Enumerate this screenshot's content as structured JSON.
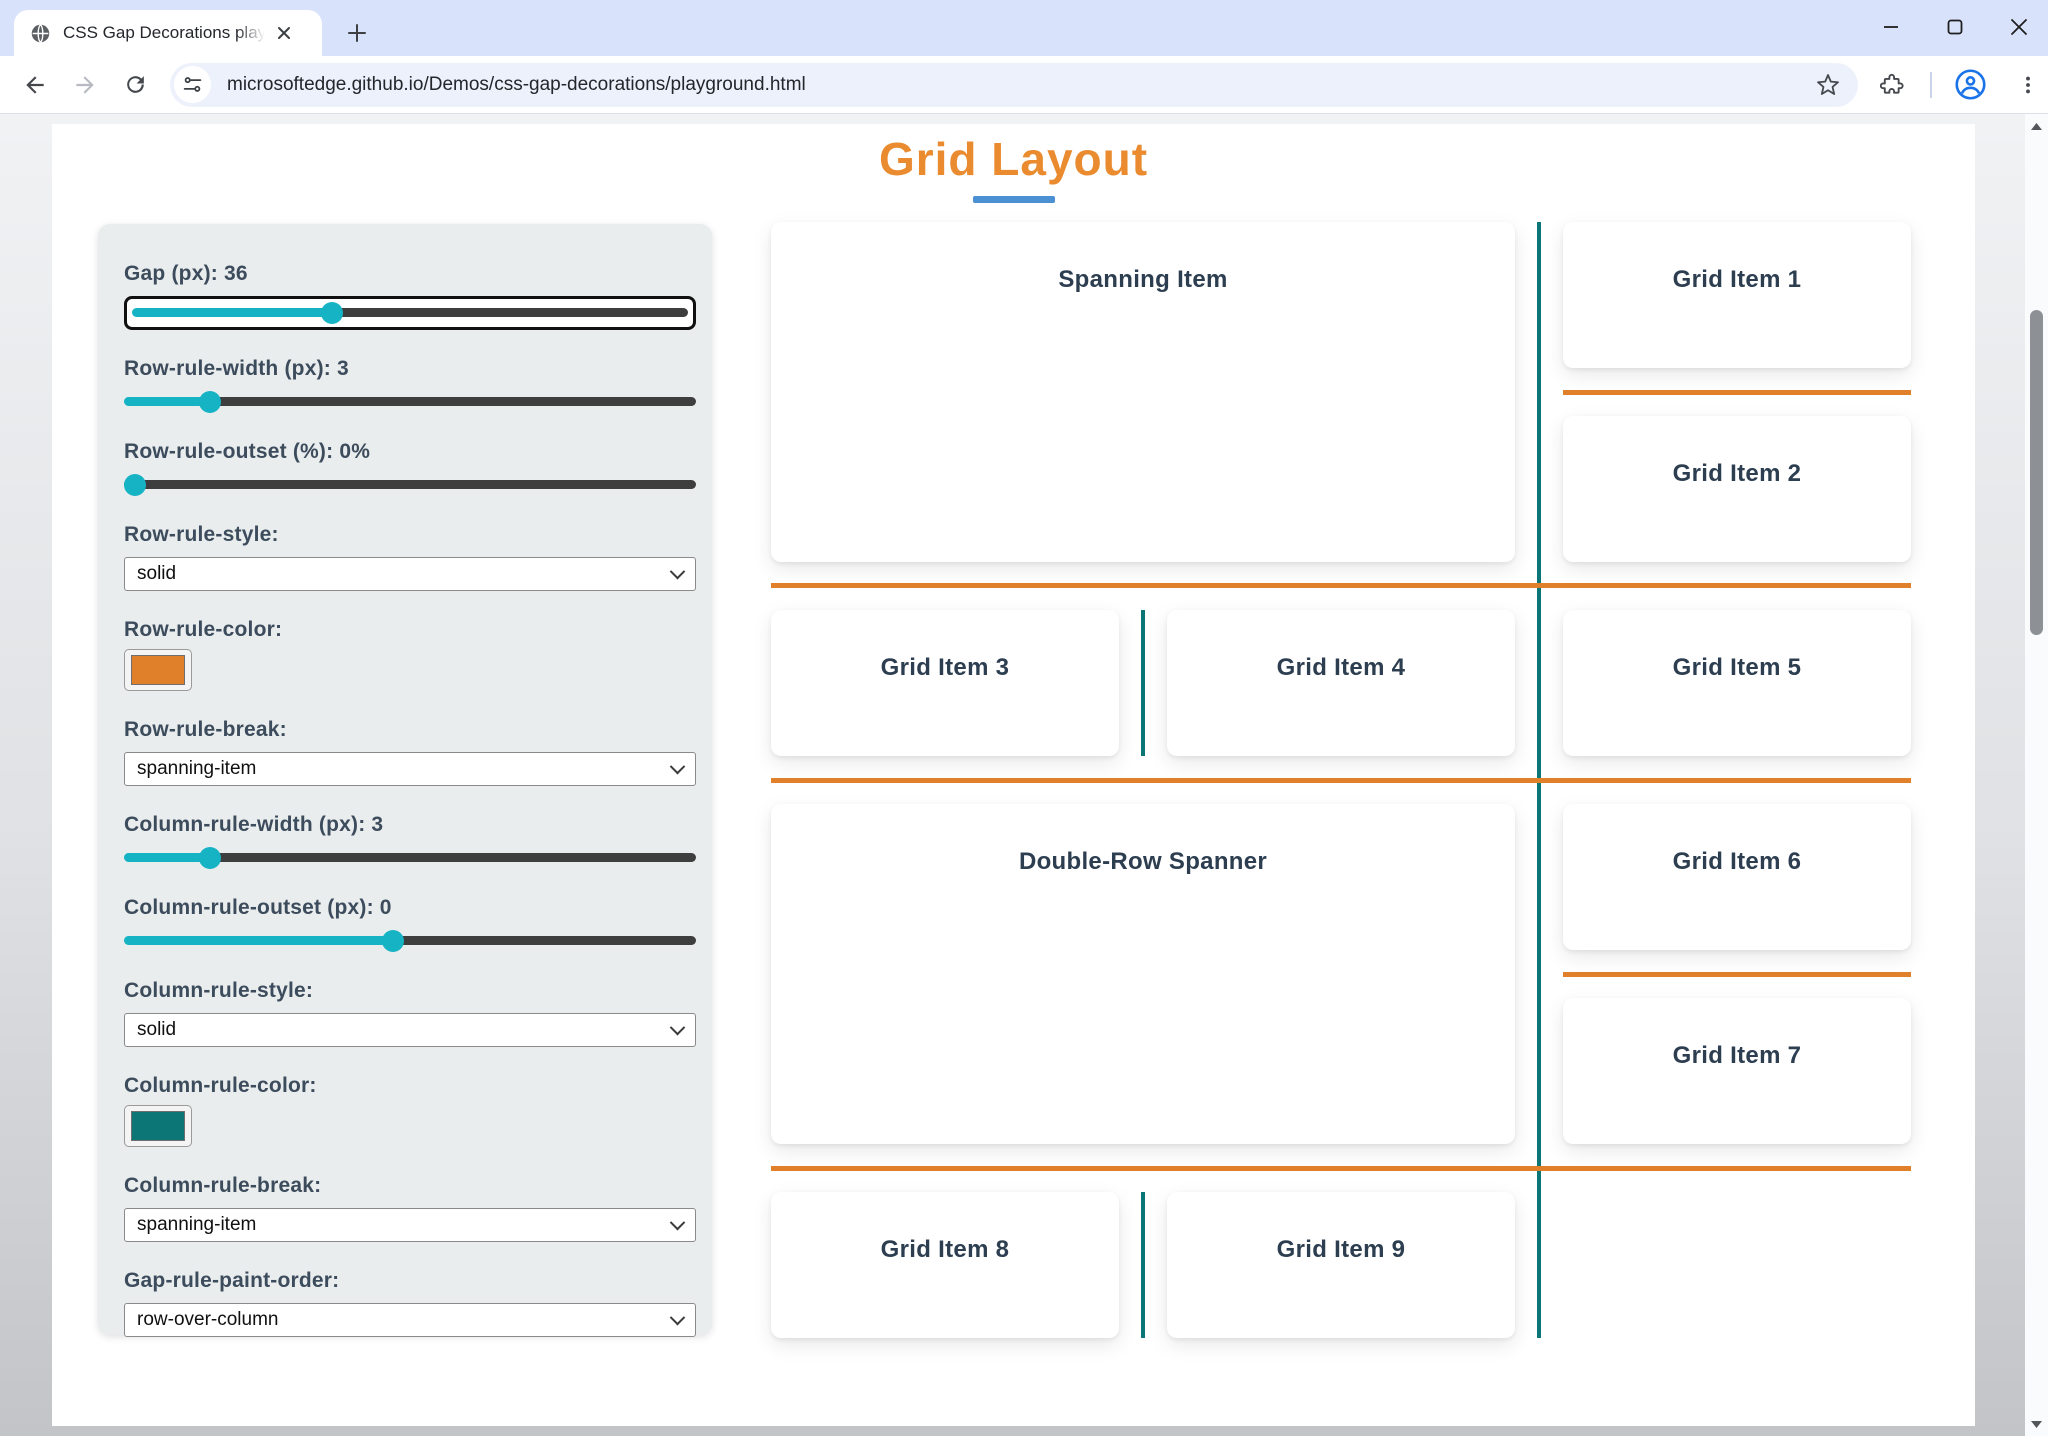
{
  "browser": {
    "tab_title": "CSS Gap Decorations playgroun",
    "url": "microsoftedge.github.io/Demos/css-gap-decorations/playground.html",
    "icons": {
      "favicon": "globe",
      "back": "arrow-left",
      "forward": "arrow-right",
      "reload": "refresh",
      "site_info": "tune",
      "bookmark": "star",
      "extensions": "puzzle-piece",
      "profile": "person-circle",
      "menu": "kebab-dots",
      "new_tab": "plus",
      "close_tab": "x",
      "minimize": "minus",
      "maximize": "square",
      "close_window": "x"
    }
  },
  "page": {
    "title": "Grid Layout"
  },
  "controls": {
    "gap": {
      "label": "Gap (px): 36",
      "percent": 36
    },
    "row_rule_width": {
      "label": "Row-rule-width (px): 3",
      "percent": 15
    },
    "row_rule_outset": {
      "label": "Row-rule-outset (%): 0%",
      "percent": 0
    },
    "row_rule_style": {
      "label": "Row-rule-style:",
      "value": "solid"
    },
    "row_rule_color": {
      "label": "Row-rule-color:",
      "value": "#e0802a"
    },
    "row_rule_break": {
      "label": "Row-rule-break:",
      "value": "spanning-item"
    },
    "column_rule_width": {
      "label": "Column-rule-width (px): 3",
      "percent": 15
    },
    "column_rule_outset": {
      "label": "Column-rule-outset (px): 0",
      "percent": 47
    },
    "column_rule_style": {
      "label": "Column-rule-style:",
      "value": "solid"
    },
    "column_rule_color": {
      "label": "Column-rule-color:",
      "value": "#0c7677"
    },
    "column_rule_break": {
      "label": "Column-rule-break:",
      "value": "spanning-item"
    },
    "gap_rule_paint_order": {
      "label": "Gap-rule-paint-order:",
      "value": "row-over-column"
    }
  },
  "grid": {
    "items": [
      "Spanning Item",
      "Grid Item 1",
      "Grid Item 2",
      "Grid Item 3",
      "Grid Item 4",
      "Grid Item 5",
      "Double-Row Spanner",
      "Grid Item 6",
      "Grid Item 7",
      "Grid Item 8",
      "Grid Item 9"
    ]
  },
  "colors": {
    "rule_orange": "#e0802a",
    "rule_teal": "#0c7677",
    "slider_teal": "#16b3c4",
    "title_orange": "#e98b2e",
    "underline_blue": "#4a90d2"
  }
}
